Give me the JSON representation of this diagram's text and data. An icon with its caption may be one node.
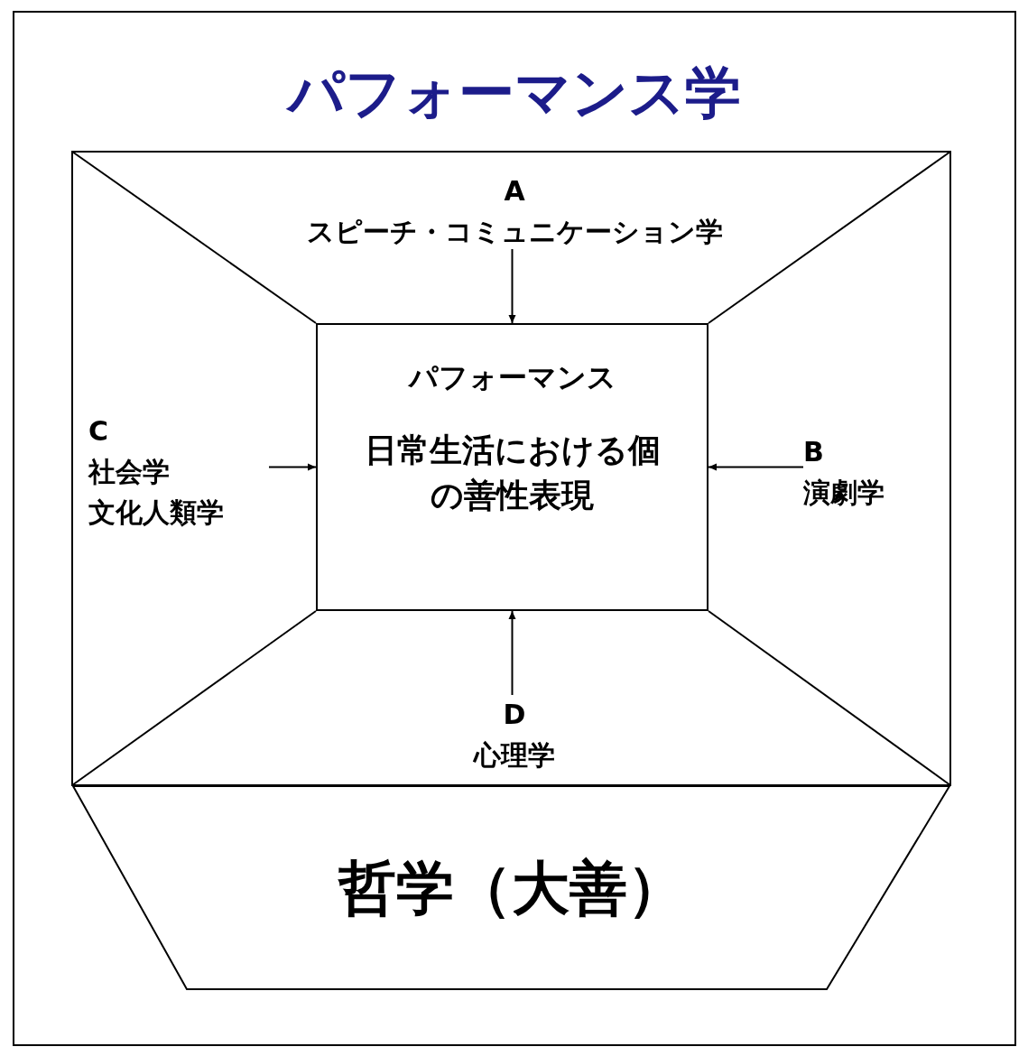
{
  "diagram": {
    "title": "パフォーマンス学",
    "nodes": [
      {
        "text": [
          "A",
          "スピーチ・コミュニケーション学"
        ]
      },
      {
        "text": [
          "B",
          "演劇学"
        ]
      },
      {
        "text": [
          "C",
          "社会学",
          "文化人類学"
        ]
      },
      {
        "text": [
          "D",
          "心理学"
        ]
      },
      {
        "text": [
          "パフォーマンス",
          "日常生活における個の善性表現"
        ]
      },
      {
        "text": [
          "哲学（大善）"
        ]
      }
    ],
    "edges": [
      {
        "from": 0,
        "to": 4,
        "arrow": "to"
      },
      {
        "from": 1,
        "to": 4,
        "arrow": "to"
      },
      {
        "from": 2,
        "to": 4,
        "arrow": "to"
      },
      {
        "from": 3,
        "to": 4,
        "arrow": "to"
      }
    ]
  }
}
